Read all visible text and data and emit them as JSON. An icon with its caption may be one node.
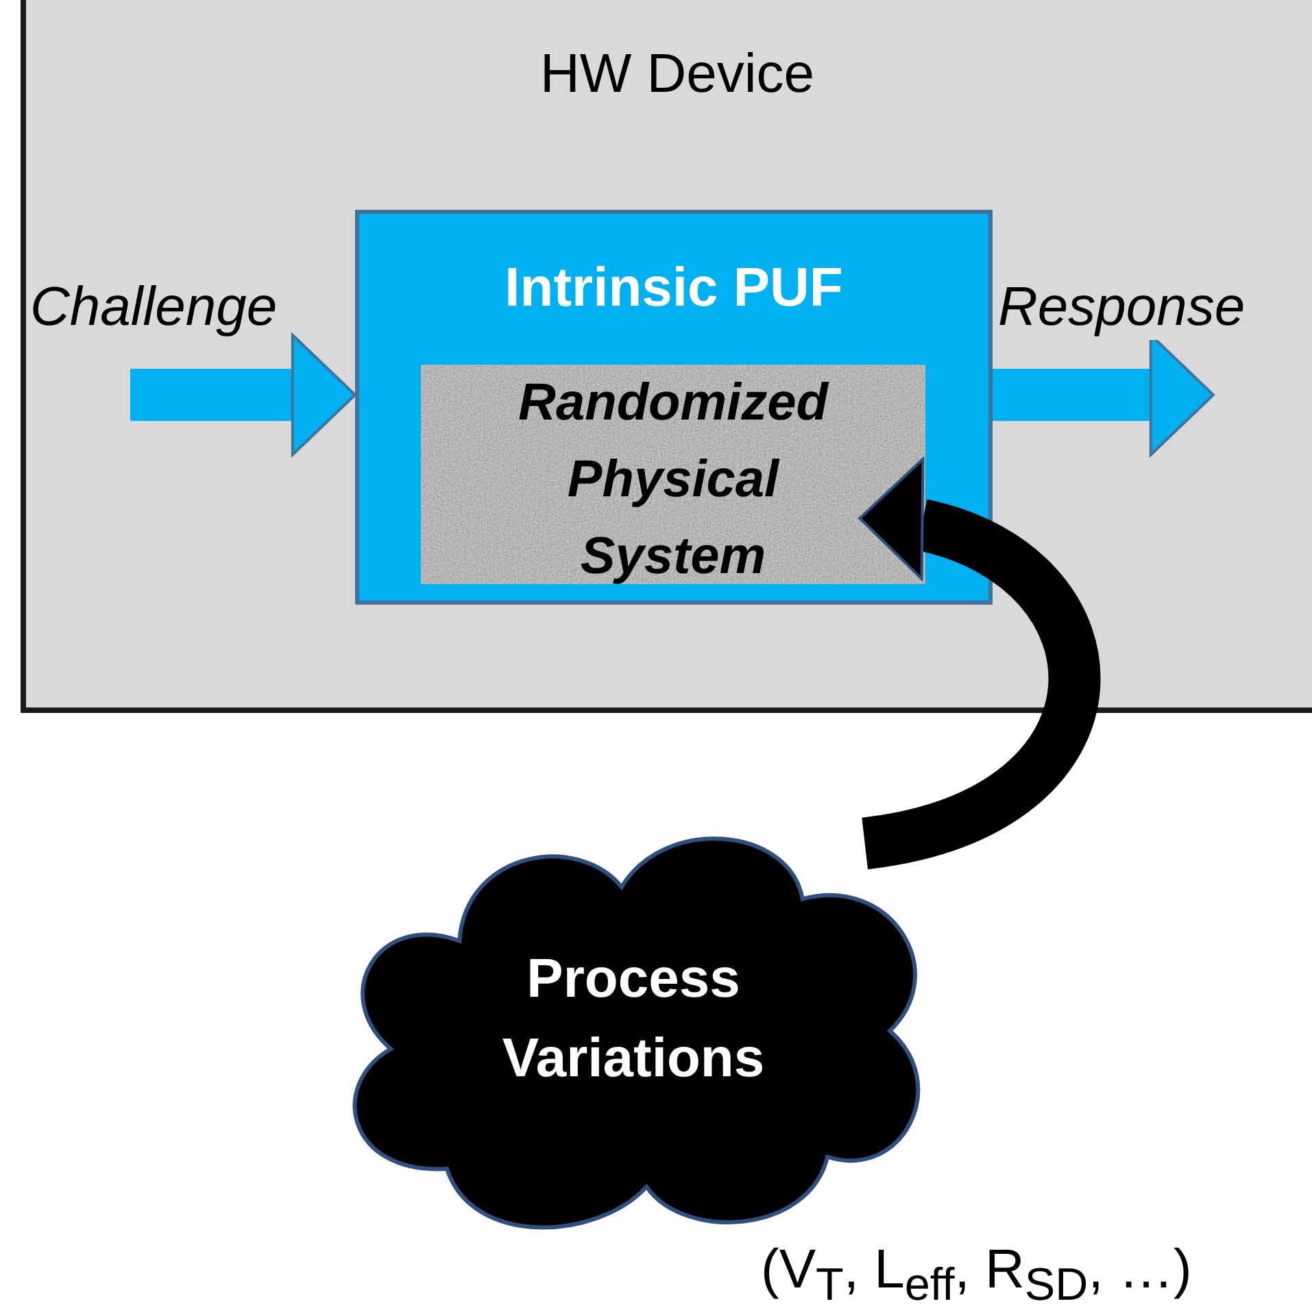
{
  "diagram": {
    "nodes": [
      {
        "text": [
          "HW Device"
        ]
      },
      {
        "text": [
          "Intrinsic PUF"
        ],
        "in": 0
      },
      {
        "text": [
          "Randomized Physical System"
        ],
        "in": 1
      },
      {
        "text": [
          "Process Variations"
        ],
        "beside": [
          "(V$_{T}$, L$_{eff}$, R$_{SD}$, …)"
        ]
      }
    ],
    "edges": [
      {
        "from": null,
        "to": 1,
        "arrow": "to",
        "label": "Challenge"
      },
      {
        "from": 1,
        "to": null,
        "arrow": "to",
        "label": "Response"
      },
      {
        "from": 3,
        "to": 2,
        "arrow": "to",
        "color": "#000000"
      }
    ]
  }
}
